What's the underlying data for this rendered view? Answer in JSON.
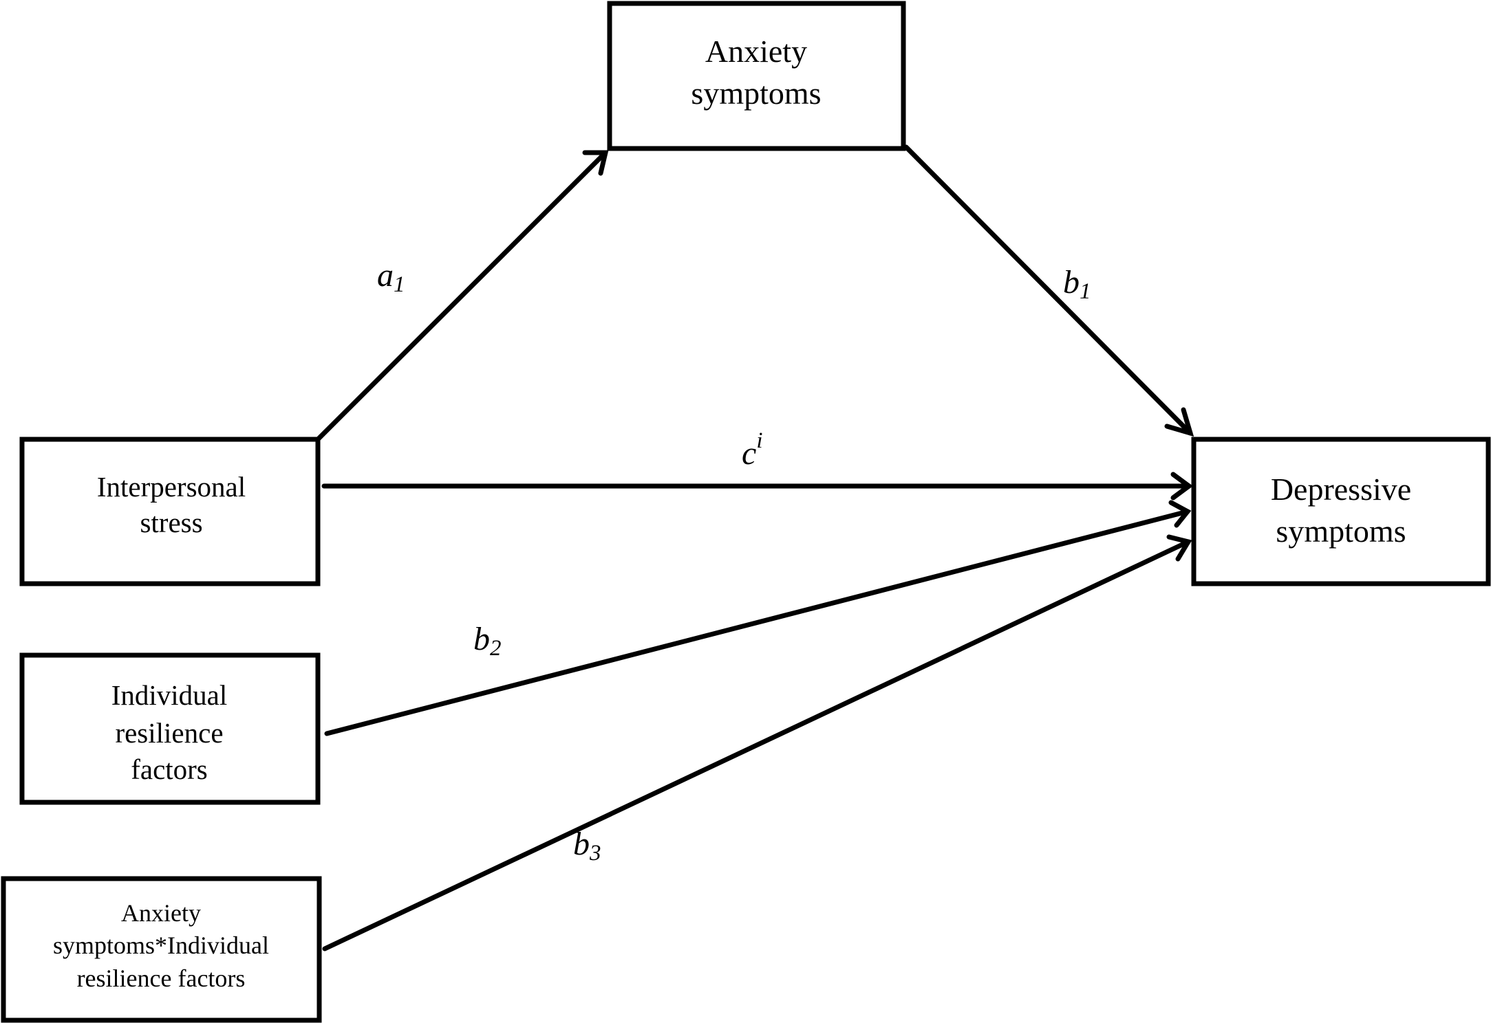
{
  "nodes": {
    "anxiety": {
      "lines": [
        "Anxiety",
        "symptoms"
      ]
    },
    "interpersonal": {
      "lines": [
        "Interpersonal",
        "stress"
      ]
    },
    "depressive": {
      "lines": [
        "Depressive",
        "symptoms"
      ]
    },
    "resilience": {
      "lines": [
        "Individual",
        "resilience",
        "factors"
      ]
    },
    "interaction": {
      "lines": [
        "Anxiety",
        "symptoms*Individual",
        "resilience factors"
      ]
    }
  },
  "edges": {
    "a1": {
      "from": "Interpersonal stress",
      "to": "Anxiety symptoms",
      "label": "a",
      "sub": "1"
    },
    "b1": {
      "from": "Anxiety symptoms",
      "to": "Depressive symptoms",
      "label": "b",
      "sub": "1"
    },
    "c": {
      "from": "Interpersonal stress",
      "to": "Depressive symptoms",
      "label": "c",
      "sup": "i"
    },
    "b2": {
      "from": "Individual resilience factors",
      "to": "Depressive symptoms",
      "label": "b",
      "sub": "2"
    },
    "b3": {
      "from": "Anxiety symptoms*Individual resilience factors",
      "to": "Depressive symptoms",
      "label": "b",
      "sub": "3"
    }
  }
}
